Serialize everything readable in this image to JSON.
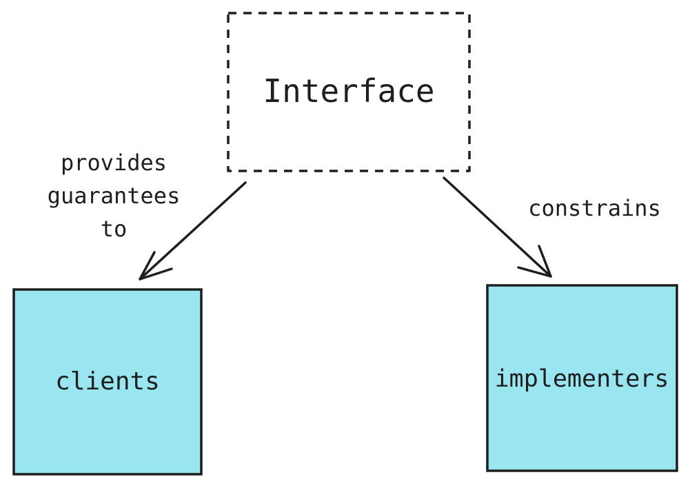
{
  "nodes": {
    "interface": {
      "label": "Interface",
      "style": "dashed",
      "fill": "none"
    },
    "clients": {
      "label": "clients",
      "fill": "#99e6f0"
    },
    "implementers": {
      "label": "implementers",
      "fill": "#99e6f0"
    }
  },
  "edges": [
    {
      "from": "interface",
      "to": "clients",
      "label": "provides\nguarantees\nto"
    },
    {
      "from": "interface",
      "to": "implementers",
      "label": "constrains"
    }
  ],
  "colors": {
    "stroke": "#1e1e1e",
    "box_fill": "#99e6f0",
    "background": "#ffffff"
  }
}
